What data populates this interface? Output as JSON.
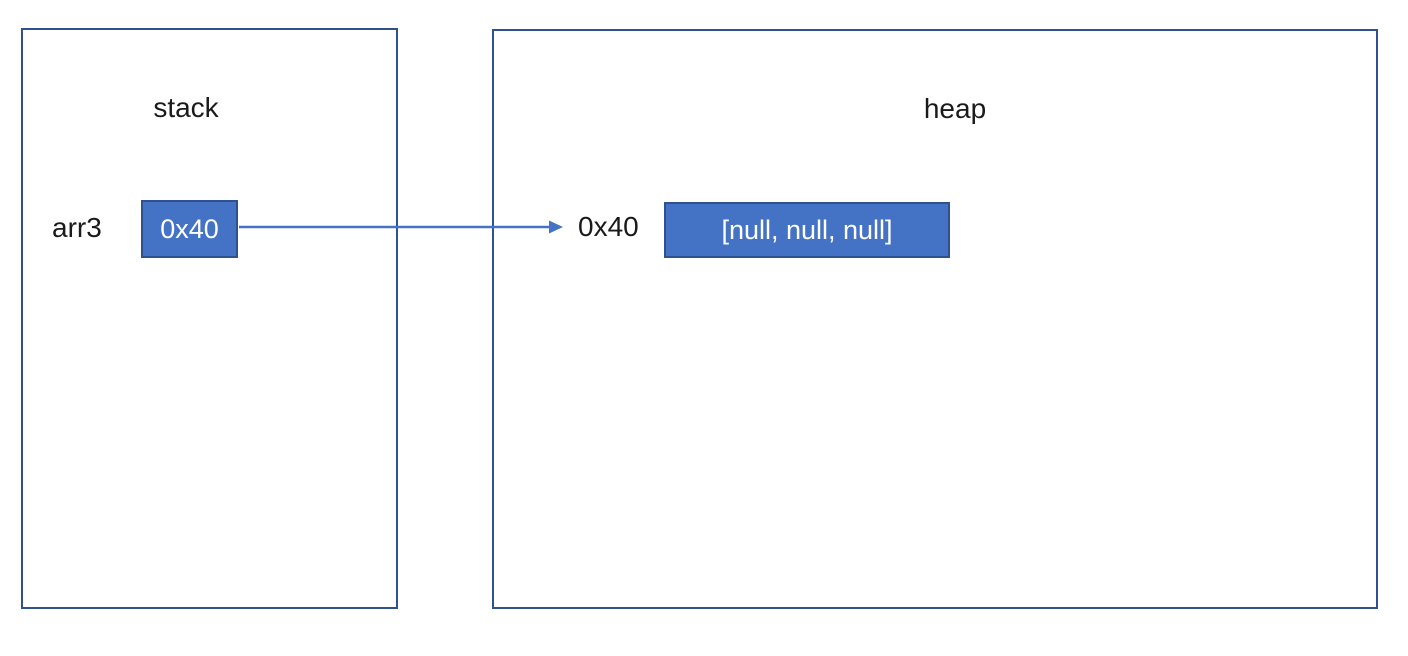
{
  "title": "Stack and heap memory diagram",
  "colors": {
    "background": "#FFFFFF",
    "region_border": "#2F528F",
    "cell_fill": "#4472C4",
    "cell_border": "#2F528F",
    "arrow": "#4472C4",
    "label_text": "#1A1A1A",
    "cell_text": "#FFFFFF"
  },
  "diagram": {
    "stack": {
      "title": "stack",
      "variables": [
        {
          "name": "arr3",
          "value": "0x40"
        }
      ]
    },
    "heap": {
      "title": "heap",
      "entries": [
        {
          "address": "0x40",
          "value": "[null, null, null]"
        }
      ]
    },
    "arrow": {
      "from": "arr3 (stack)",
      "to": "0x40 (heap)"
    }
  }
}
